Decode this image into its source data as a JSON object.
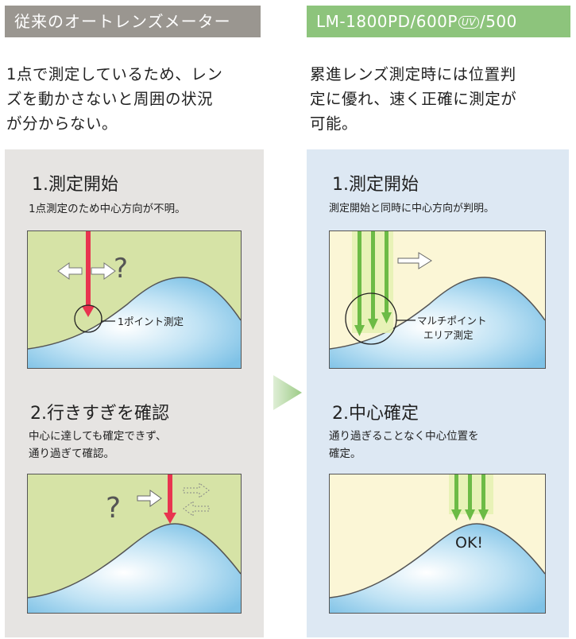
{
  "left": {
    "header": "従来のオートレンズメーター",
    "intro": [
      "1点で測定しているため、レン",
      "ズを動かさないと周囲の状況",
      "が分からない。"
    ],
    "step1": {
      "title": "1.測定開始",
      "desc": "1点測定のため中心方向が不明。",
      "question": "?",
      "point_label": "1ポイント測定"
    },
    "step2": {
      "title": "2.行きすぎを確認",
      "desc": [
        "中心に達しても確定できず、",
        "通り過ぎて確認。"
      ],
      "question": "?"
    }
  },
  "right": {
    "header_prefix": "LM-1800PD/600P",
    "header_badge": "UV",
    "header_suffix": "/500",
    "intro": [
      "累進レンズ測定時には位置判",
      "定に優れ、速く正確に測定が",
      "可能。"
    ],
    "step1": {
      "title": "1.測定開始",
      "desc": "測定開始と同時に中心方向が判明。",
      "label": [
        "マルチポイント",
        "エリア測定"
      ]
    },
    "step2": {
      "title": "2.中心確定",
      "desc": [
        "通り過ぎることなく中心位置を",
        "確定。"
      ],
      "ok": "OK!"
    }
  },
  "colors": {
    "left_header_bg": "#9a9690",
    "right_header_bg": "#8dc47c",
    "left_panel_bg": "#e6e4e2",
    "right_panel_bg": "#dde8f3",
    "left_box_bg": "#d6e3a6",
    "right_box_bg": "#fbf6d6",
    "lens_blue": "#8fcaea",
    "red_arrow": "#e8344f",
    "green_arrow": "#6cbb46",
    "transition_arrow": "#b8d8a8"
  },
  "icons": [
    "double-arrow-icon",
    "red-down-arrow-icon",
    "green-down-arrows-icon",
    "right-arrow-icon",
    "dotted-arrow-icon",
    "transition-arrow-icon"
  ]
}
